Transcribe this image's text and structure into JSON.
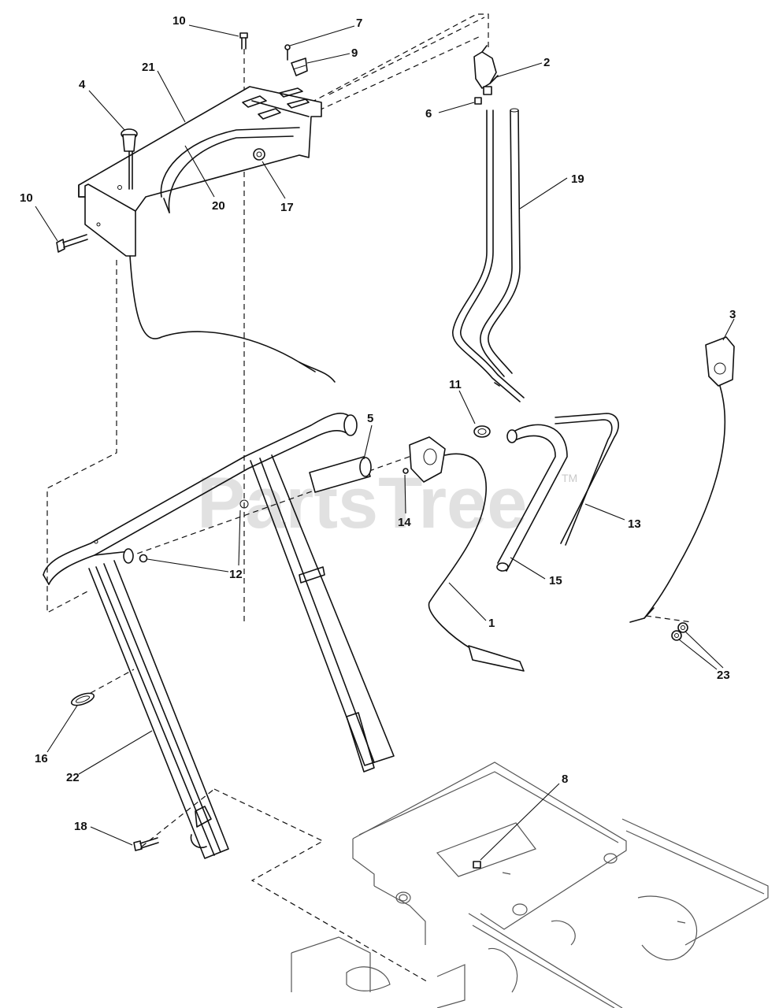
{
  "watermark": {
    "brand": "PartsTree",
    "trademark": "TM"
  },
  "callouts": [
    {
      "id": "c10a",
      "label": "10"
    },
    {
      "id": "c7",
      "label": "7"
    },
    {
      "id": "c9",
      "label": "9"
    },
    {
      "id": "c21",
      "label": "21"
    },
    {
      "id": "c4",
      "label": "4"
    },
    {
      "id": "c20",
      "label": "20"
    },
    {
      "id": "c17",
      "label": "17"
    },
    {
      "id": "c10b",
      "label": "10"
    },
    {
      "id": "c2",
      "label": "2"
    },
    {
      "id": "c6",
      "label": "6"
    },
    {
      "id": "c19",
      "label": "19"
    },
    {
      "id": "c3",
      "label": "3"
    },
    {
      "id": "c11",
      "label": "11"
    },
    {
      "id": "c5",
      "label": "5"
    },
    {
      "id": "c14",
      "label": "14"
    },
    {
      "id": "c13",
      "label": "13"
    },
    {
      "id": "c15",
      "label": "15"
    },
    {
      "id": "c12",
      "label": "12"
    },
    {
      "id": "c1",
      "label": "1"
    },
    {
      "id": "c23",
      "label": "23"
    },
    {
      "id": "c16",
      "label": "16"
    },
    {
      "id": "c22",
      "label": "22"
    },
    {
      "id": "c8",
      "label": "8"
    },
    {
      "id": "c18",
      "label": "18"
    }
  ]
}
